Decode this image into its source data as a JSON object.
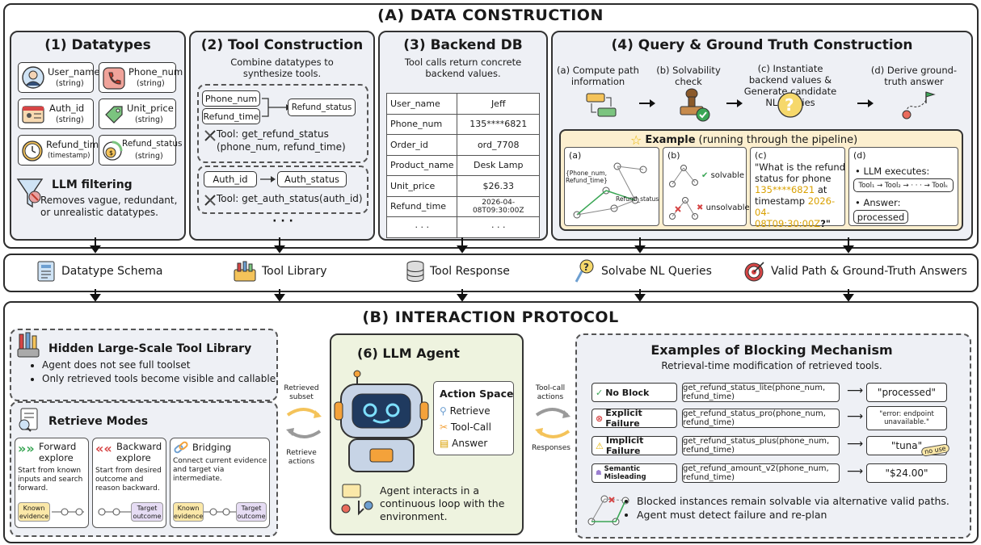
{
  "section_a": {
    "title": "(A) DATA CONSTRUCTION",
    "datatypes": {
      "title": "(1) Datatypes",
      "items": [
        {
          "name": "User_name",
          "type": "(string)",
          "icon": "user-icon"
        },
        {
          "name": "Phone_num",
          "type": "(string)",
          "icon": "phone-icon"
        },
        {
          "name": "Auth_id",
          "type": "(string)",
          "icon": "id-card-icon"
        },
        {
          "name": "Unit_price",
          "type": "(string)",
          "icon": "price-tag-icon"
        },
        {
          "name": "Refund_time",
          "type": "(timestamp)",
          "icon": "clock-icon"
        },
        {
          "name": "Refund_status",
          "type": "(string)",
          "icon": "refund-icon"
        }
      ],
      "filter_title": "LLM filtering",
      "filter_desc": "Removes vague, redundant, or unrealistic datatypes."
    },
    "tools": {
      "title": "(2) Tool Construction",
      "subtitle": "Combine datatypes to synthesize tools.",
      "tool1_inputs": [
        "Phone_num",
        "Refund_time"
      ],
      "tool1_output": "Refund_status",
      "tool1_sig": "Tool: get_refund_status (phone_num, refund_time)",
      "tool2_input": "Auth_id",
      "tool2_output": "Auth_status",
      "tool2_sig": "Tool: get_auth_status(auth_id)",
      "more": "· · ·"
    },
    "backend": {
      "title": "(3) Backend DB",
      "subtitle": "Tool calls return concrete backend values.",
      "rows": [
        [
          "User_name",
          "Jeff"
        ],
        [
          "Phone_num",
          "135****6821"
        ],
        [
          "Order_id",
          "ord_7708"
        ],
        [
          "Product_name",
          "Desk Lamp"
        ],
        [
          "Unit_price",
          "$26.33"
        ],
        [
          "Refund_time",
          "2026-04-08T09:30:00Z"
        ],
        [
          "· · ·",
          "· · ·"
        ]
      ]
    },
    "query": {
      "title": "(4) Query & Ground Truth Construction",
      "steps": [
        "(a) Compute path information",
        "(b) Solvability check",
        "(c) Instantiate backend values & Generate candidate NL queries",
        "(d) Derive ground-truth answer"
      ],
      "example_title": "Example",
      "example_suffix": "(running through the pipeline)",
      "ex_a_label": "(a)",
      "ex_a_nodes": [
        "{Phone_num, Refund_time}",
        "Refund_status"
      ],
      "ex_b_label": "(b)",
      "ex_b_solvable": "solvable",
      "ex_b_unsolvable": "unsolvable",
      "ex_c_label": "(c)",
      "ex_c_q1": "\"What is the refund status for phone ",
      "ex_c_phone": "135****6821",
      "ex_c_q2": " at timestamp ",
      "ex_c_time": "2026-04-08T09:30:00Z",
      "ex_c_q3": "?\"",
      "ex_d_label": "(d)",
      "ex_d_exec": "LLM executes:",
      "ex_d_chain": "Tool₁ → Tool₂ → · · · → Toolₖ",
      "ex_d_answer_label": "Answer:",
      "ex_d_answer": "processed"
    }
  },
  "artifacts": [
    {
      "label": "Datatype Schema",
      "icon": "schema-icon"
    },
    {
      "label": "Tool Library",
      "icon": "toolbox-icon"
    },
    {
      "label": "Tool Response",
      "icon": "database-icon"
    },
    {
      "label": "Solvabe NL Queries",
      "icon": "key-question-icon"
    },
    {
      "label": "Valid Path & Ground-Truth Answers",
      "icon": "target-icon"
    }
  ],
  "section_b": {
    "title": "(B) INTERACTION PROTOCOL",
    "library": {
      "title": "Hidden Large-Scale Tool Library",
      "bullets": [
        "Agent does not see full toolset",
        "Only retrieved tools become visible and callable"
      ]
    },
    "retrieve": {
      "title": "Retrieve Modes",
      "modes": [
        {
          "name": "Forward explore",
          "desc": "Start from known inputs and search forward.",
          "tag": "Known evidence"
        },
        {
          "name": "Backward explore",
          "desc": "Start from desired outcome and reason backward.",
          "tag": "Target outcome"
        },
        {
          "name": "Bridging",
          "desc": "Connect current evidence and target via intermediate.",
          "tag1": "Known evidence",
          "tag2": "Target outcome"
        }
      ]
    },
    "flow_left": {
      "top": "Retrieved subset",
      "bottom": "Retrieve actions"
    },
    "agent": {
      "title": "(6) LLM Agent",
      "action_title": "Action Space",
      "actions": [
        "Retrieve",
        "Tool-Call",
        "Answer"
      ],
      "desc": "Agent interacts in a continuous loop with the environment."
    },
    "flow_right": {
      "top": "Tool-call actions",
      "bottom": "Responses"
    },
    "blocking": {
      "title": "Examples of Blocking Mechanism",
      "subtitle": "Retrieval-time modification of retrieved tools.",
      "rows": [
        {
          "label": "No Block",
          "call": "get_refund_status_lite(phone_num, refund_time)",
          "result": "\"processed\""
        },
        {
          "label": "Explicit Failure",
          "call": "get_refund_status_pro(phone_num, refund_time)",
          "result": "\"error: endpoint unavailable.\""
        },
        {
          "label": "Implicit Failure",
          "call": "get_refund_status_plus(phone_num, refund_time)",
          "result": "\"tuna\""
        },
        {
          "label": "Semantic Misleading",
          "call": "get_refund_amount_v2(phone_num, refund_time)",
          "result": "\"$24.00\""
        }
      ],
      "stamp": "no use",
      "bullets": [
        "Blocked instances remain solvable via alternative valid paths.",
        "Agent must detect failure and re-plan"
      ]
    }
  },
  "colors": {
    "section_bg": "#eef0f5",
    "example_bg": "#fcefcf",
    "agent_bg": "#eef3df",
    "accent_orange": "#d9a000"
  }
}
